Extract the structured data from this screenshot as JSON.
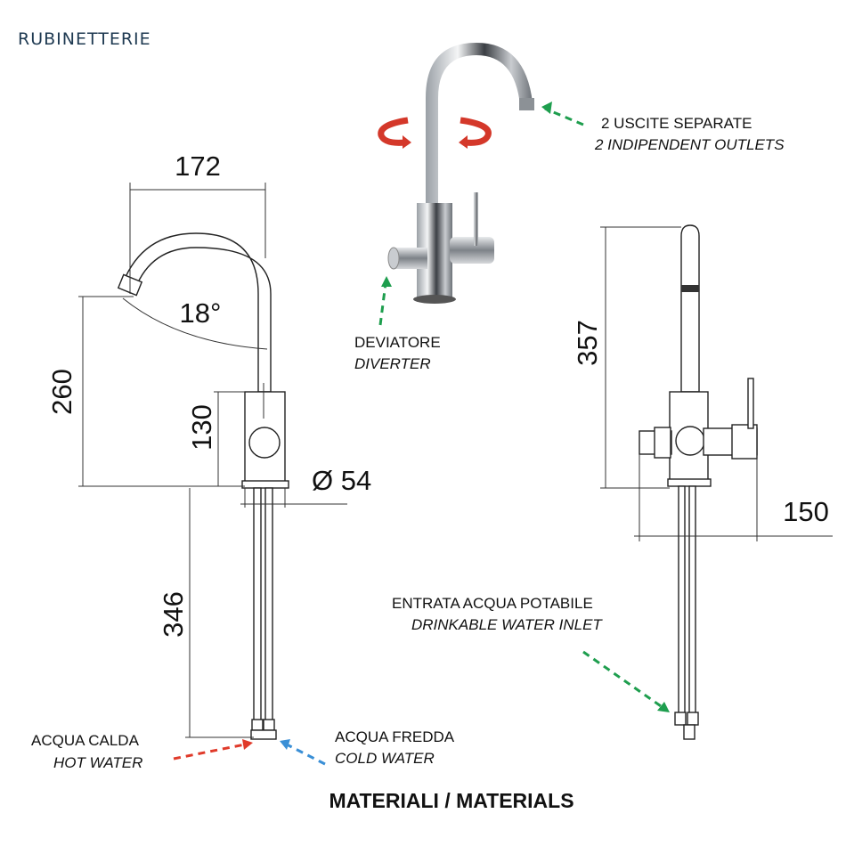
{
  "brand": "RUBINETTERIE",
  "dimensions": {
    "width_spout": "172",
    "angle": "18°",
    "height_spout": "260",
    "height_body": "130",
    "diameter": "Ø 54",
    "pipe_length": "346",
    "height_right": "357",
    "handle_span": "150"
  },
  "labels": {
    "outlets_it": "2  USCITE  SEPARATE",
    "outlets_en": "2 INDIPENDENT OUTLETS",
    "diverter_it": "DEVIATORE",
    "diverter_en": "DIVERTER",
    "inlet_it": "ENTRATA ACQUA POTABILE",
    "inlet_en": "DRINKABLE WATER INLET",
    "hot_it": "ACQUA CALDA",
    "hot_en": "HOT WATER",
    "cold_it": "ACQUA FREDDA",
    "cold_en": "COLD WATER"
  },
  "footer": "MATERIALI / MATERIALS",
  "colors": {
    "hot": "#e03a2a",
    "cold": "#3a8fd6",
    "arrow": "#1e9e4e",
    "brand": "#1f3a52"
  }
}
